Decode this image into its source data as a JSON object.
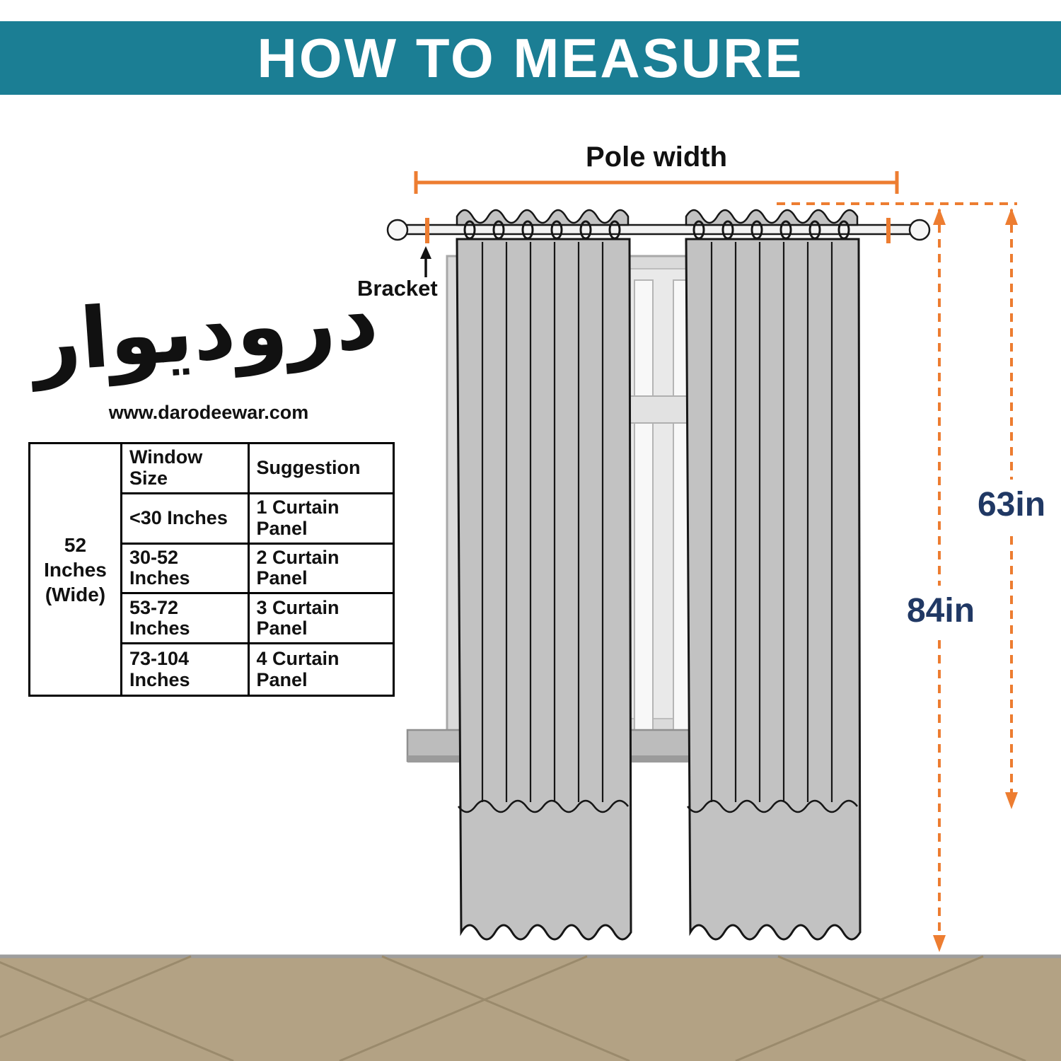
{
  "header": {
    "title": "HOW TO MEASURE"
  },
  "logo": {
    "calligraphy": "درودیوار",
    "website": "www.darodeewar.com"
  },
  "diagram": {
    "pole_width_label": "Pole width",
    "bracket_label": "Bracket",
    "height_63": "63in",
    "height_84": "84in"
  },
  "table": {
    "row_header": "52 Inches (Wide)",
    "columns": [
      "Window Size",
      "Suggestion"
    ],
    "rows": [
      {
        "size": "<30 Inches",
        "suggestion": "1 Curtain Panel"
      },
      {
        "size": "30-52 Inches",
        "suggestion": "2 Curtain Panel"
      },
      {
        "size": "53-72 Inches",
        "suggestion": "3 Curtain Panel"
      },
      {
        "size": "73-104 Inches",
        "suggestion": "4 Curtain Panel"
      }
    ]
  },
  "colors": {
    "header_teal": "#1b7e94",
    "accent_orange": "#ed7d31",
    "measure_navy": "#203864",
    "curtain_gray": "#c2c2c2",
    "floor_tan": "#b3a284"
  }
}
